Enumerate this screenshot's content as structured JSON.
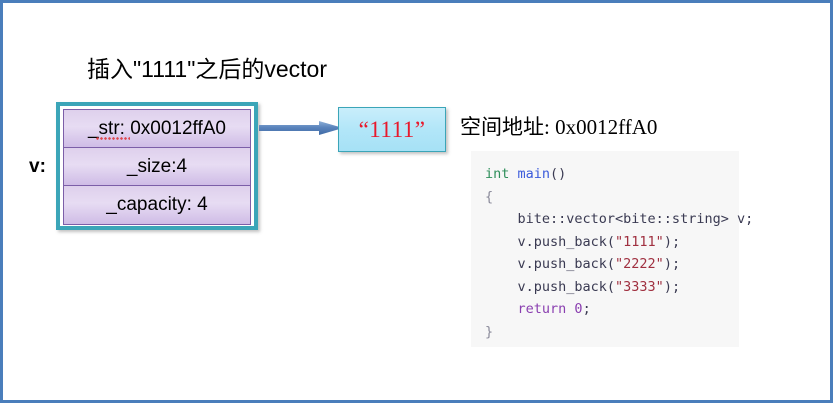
{
  "title": "插入\"1111\"之后的vector",
  "variable_label": "v:",
  "vector_struct": {
    "fields": [
      {
        "name": "str-field",
        "text": "_str: 0x0012ffA0"
      },
      {
        "name": "size-field",
        "text": "_size:4"
      },
      {
        "name": "capacity-field",
        "text": "_capacity: 4"
      }
    ]
  },
  "string_box": {
    "label": "“1111”"
  },
  "address_note": "空间地址: 0x0012ffA0",
  "code": {
    "lines": [
      [
        {
          "t": "int ",
          "c": "tok-kw"
        },
        {
          "t": "main",
          "c": "tok-fn"
        },
        {
          "t": "()",
          "c": "tok-plain"
        }
      ],
      [
        {
          "t": "{",
          "c": "tok-brace"
        }
      ],
      [
        {
          "t": "    bite::vector<bite::string> v;",
          "c": "tok-plain"
        }
      ],
      [
        {
          "t": "    v.push_back(",
          "c": "tok-plain"
        },
        {
          "t": "\"1111\"",
          "c": "tok-str"
        },
        {
          "t": ");",
          "c": "tok-plain"
        }
      ],
      [
        {
          "t": "    v.push_back(",
          "c": "tok-plain"
        },
        {
          "t": "\"2222\"",
          "c": "tok-str"
        },
        {
          "t": ");",
          "c": "tok-plain"
        }
      ],
      [
        {
          "t": "    v.push_back(",
          "c": "tok-plain"
        },
        {
          "t": "\"3333\"",
          "c": "tok-str"
        },
        {
          "t": ");",
          "c": "tok-plain"
        }
      ],
      [
        {
          "t": "    ",
          "c": "tok-plain"
        },
        {
          "t": "return ",
          "c": "tok-ret"
        },
        {
          "t": "0",
          "c": "tok-num"
        },
        {
          "t": ";",
          "c": "tok-plain"
        }
      ],
      [
        {
          "t": "}",
          "c": "tok-brace"
        }
      ]
    ]
  },
  "colors": {
    "page_border": "#4a7ebb",
    "struct_frame": "#3ba5b8",
    "field_border": "#7c5ea8",
    "field_fill": "#ded0ec",
    "string_box_fill": "#b2e6f8",
    "string_box_text": "#e8192c",
    "arrow": "#4a7ebb",
    "code_background": "#f7f7f7"
  },
  "icons": {
    "arrow": "right-arrow-icon"
  }
}
